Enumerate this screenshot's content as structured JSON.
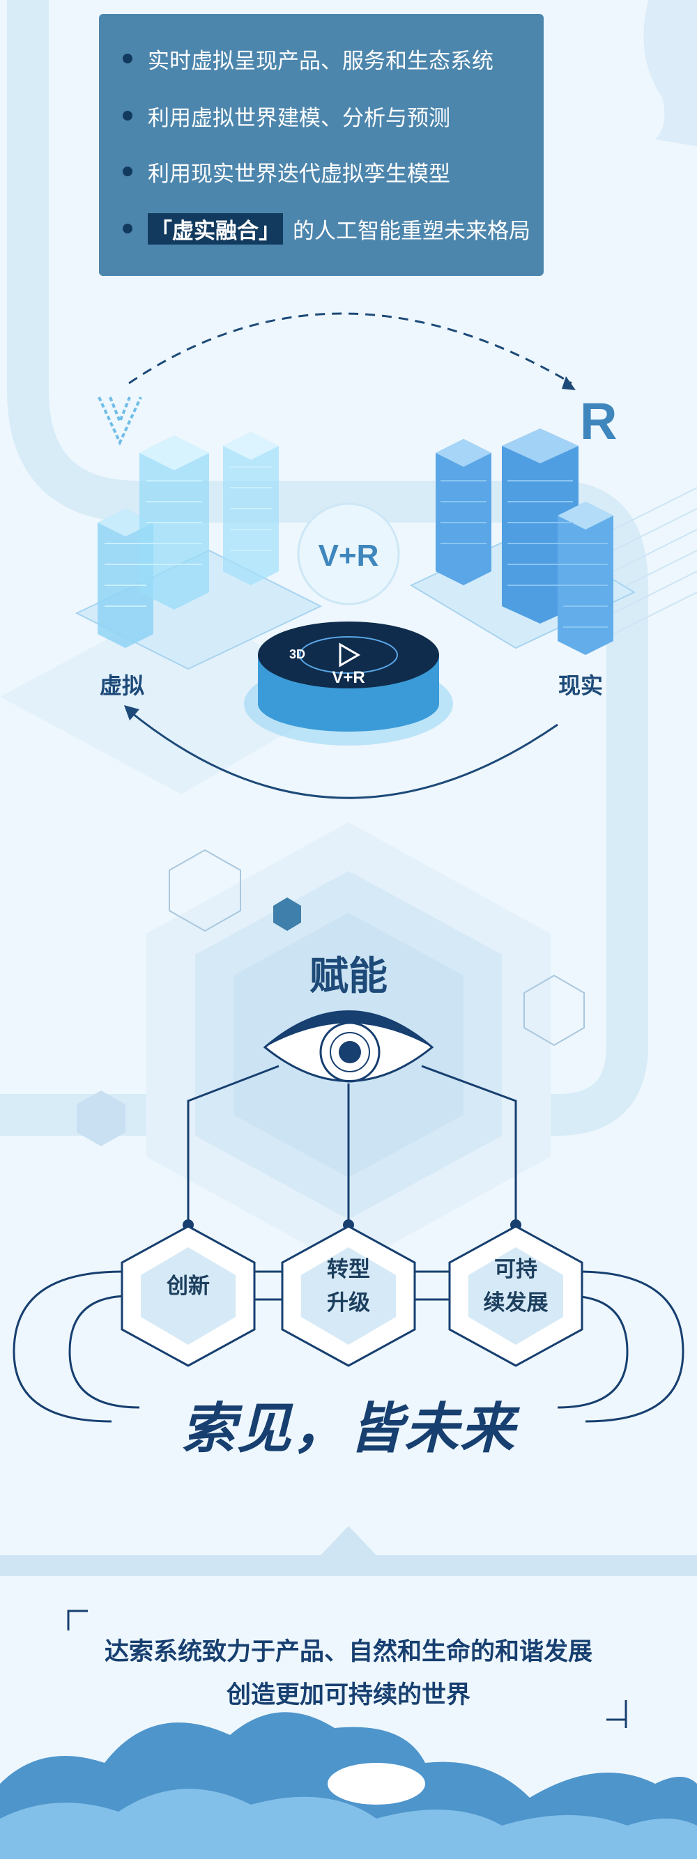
{
  "bullets": [
    {
      "text": "实时虚拟呈现产品、服务和生态系统"
    },
    {
      "text": "利用虚拟世界建模、分析与预测"
    },
    {
      "text": "利用现实世界迭代虚拟孪生模型"
    },
    {
      "highlight": "「虚实融合」",
      "text": "的人工智能重塑未来格局"
    }
  ],
  "illustration": {
    "virtual_letter": "V",
    "real_letter": "R",
    "vr_bubble": "V+R",
    "platform_label": "V+R",
    "platform_3d": "3D",
    "virtual_label": "虚拟",
    "real_label": "现实"
  },
  "empower": {
    "title": "赋能",
    "branches": [
      {
        "line1": "创新",
        "line2": ""
      },
      {
        "line1": "转型",
        "line2": "升级"
      },
      {
        "line1": "可持",
        "line2": "续发展"
      }
    ]
  },
  "headline": "索见，皆未来",
  "slogan": {
    "line1": "达索系统致力于产品、自然和生命的和谐发展",
    "line2": "创造更加可持续的世界"
  },
  "colors": {
    "panel": "#4d86ad",
    "dark_navy": "#113a5e",
    "background": "#eef7fd",
    "title_blue": "#1d4a78",
    "cloud_blue": "#6ab0dd"
  }
}
